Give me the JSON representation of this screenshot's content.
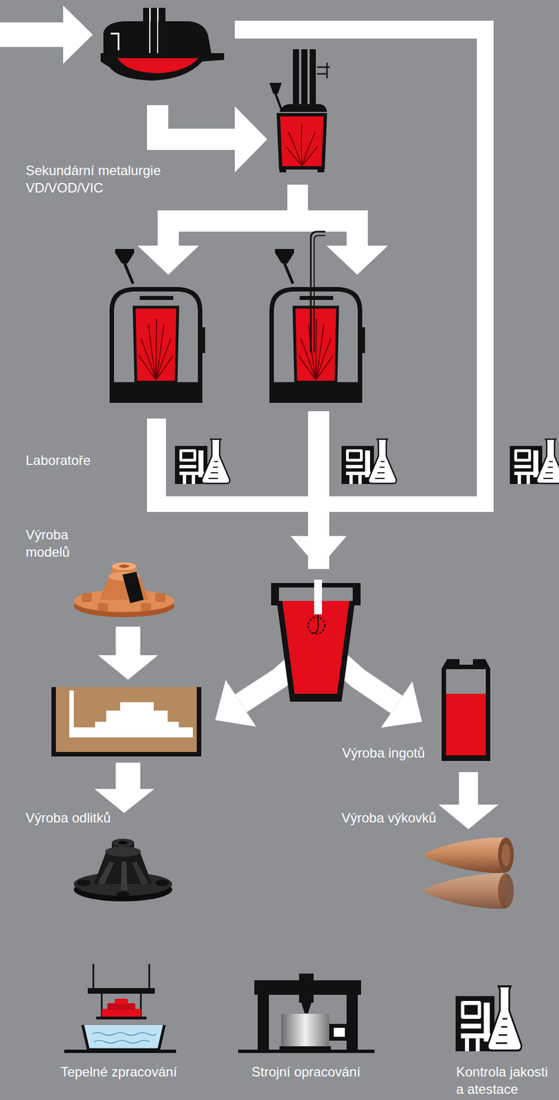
{
  "diagram": {
    "nodes": [
      {
        "text": [
          "Sekundární metalurgie VD/VOD/VIC"
        ]
      },
      {
        "text": [
          "Výroba modelů"
        ]
      },
      {
        "text": [
          "Výroba odlitků"
        ]
      },
      {
        "text": [
          "Výroba ingotů"
        ]
      },
      {
        "text": [
          "Výroba výkovků"
        ]
      },
      {
        "text": [
          "Tepelné zpracování"
        ]
      },
      {
        "text": [
          "Strojní opracování"
        ]
      },
      {
        "text": [
          "Kontrola jakosti a atestace"
        ]
      }
    ],
    "edges": [
      {
        "from": 0,
        "to": 2,
        "arrow": "to"
      },
      {
        "from": 0,
        "to": 3,
        "arrow": "to"
      },
      {
        "from": 1,
        "to": 2,
        "arrow": "to"
      },
      {
        "from": 3,
        "to": 4,
        "arrow": "to"
      }
    ],
    "labels": [
      "Laboratoře"
    ]
  }
}
